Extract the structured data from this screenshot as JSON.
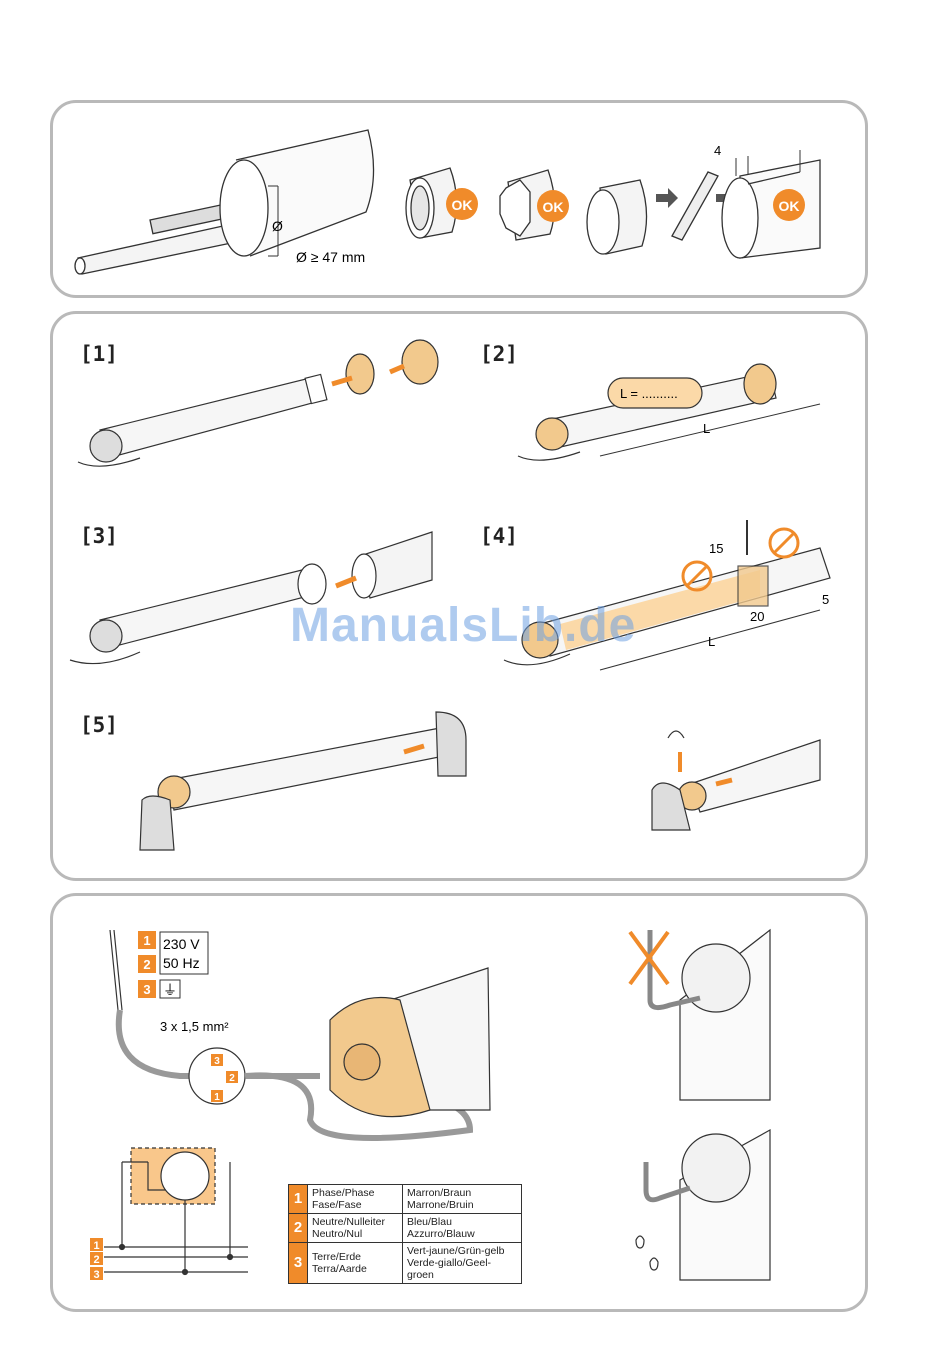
{
  "panel1": {
    "diameter_symbol": "Ø",
    "diameter_label": "Ø ≥ 47 mm",
    "ok_badges": [
      "OK",
      "OK",
      "OK"
    ],
    "gap_label": "4"
  },
  "panel2": {
    "steps": [
      "[1]",
      "[2]",
      "[3]",
      "[4]",
      "[5]"
    ],
    "length_callout": "L = ..........",
    "length_label_step2": "L",
    "step4_dims": [
      "15",
      "20",
      "5"
    ],
    "length_label_step4": "L"
  },
  "panel3": {
    "terminals": [
      {
        "num": "1",
        "text": "230 V"
      },
      {
        "num": "2",
        "text": "50 Hz"
      },
      {
        "num": "3",
        "text": "⏚"
      }
    ],
    "cable_label": "3 x 1,5 mm²",
    "connector_numbers": [
      "3",
      "2",
      "1"
    ],
    "schematic_numbers": [
      "1",
      "2",
      "3"
    ],
    "legend": [
      {
        "num": "1",
        "col1": [
          "Phase/Phase",
          "Fase/Fase"
        ],
        "col2": [
          "Marron/Braun",
          "Marrone/Bruin"
        ]
      },
      {
        "num": "2",
        "col1": [
          "Neutre/Nulleiter",
          "Neutro/Nul"
        ],
        "col2": [
          "Bleu/Blau",
          "Azzurro/Blauw"
        ]
      },
      {
        "num": "3",
        "col1": [
          "Terre/Erde",
          "Terra/Aarde"
        ],
        "col2": [
          "Vert-jaune/Grün-gelb",
          "Verde-giallo/Geel-groen"
        ]
      }
    ]
  },
  "watermark": "ManualsLib.de",
  "colors": {
    "accent": "#f08b2a",
    "motor_head": "#f2c98d",
    "panel_border": "#b9b9b9"
  }
}
